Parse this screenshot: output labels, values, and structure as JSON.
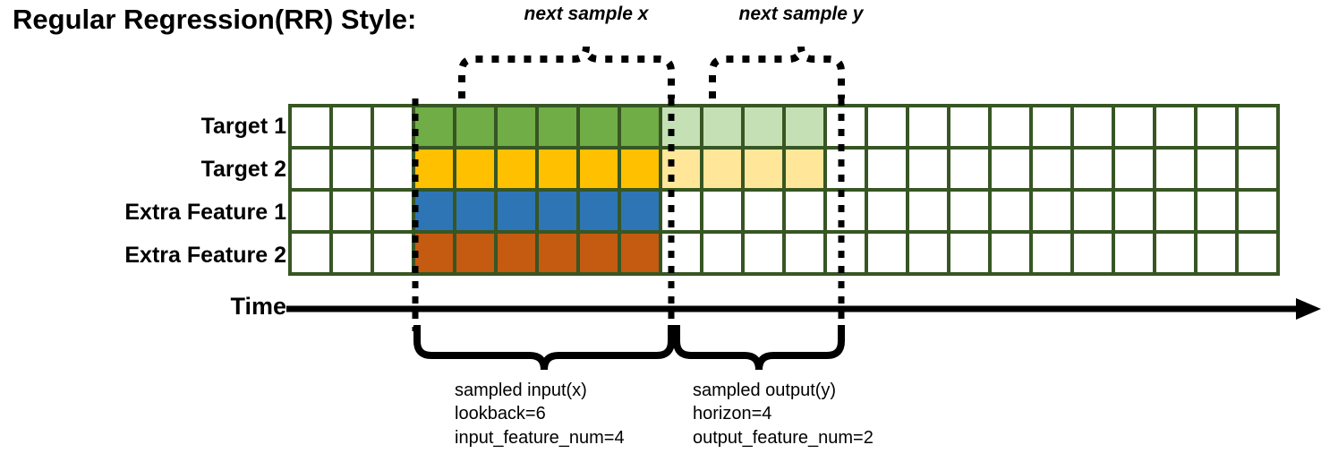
{
  "title": "Regular Regression(RR) Style:",
  "rows": [
    {
      "label": "Target 1",
      "color": "#70ad47",
      "light": "#c5e0b4",
      "input": true,
      "output": true
    },
    {
      "label": "Target 2",
      "color": "#ffc000",
      "light": "#ffe699",
      "input": true,
      "output": true
    },
    {
      "label": "Extra Feature 1",
      "color": "#2e75b6",
      "light": "#ffffff",
      "input": true,
      "output": false
    },
    {
      "label": "Extra Feature 2",
      "color": "#c55a11",
      "light": "#ffffff",
      "input": true,
      "output": false
    }
  ],
  "grid": {
    "columns": 24,
    "lead_blank_cols": 3,
    "input_cols": 6,
    "output_cols": 4,
    "trail_blank_cols": 11,
    "border_color": "#375623",
    "empty_color": "#ffffff"
  },
  "time_axis": {
    "label": "Time"
  },
  "top_annotations": [
    {
      "name": "next-sample-x",
      "text": "next sample x"
    },
    {
      "name": "next-sample-y",
      "text": "next sample y"
    }
  ],
  "bottom_captions": [
    {
      "name": "sampled-input",
      "lines": [
        "sampled input(x)",
        "lookback=6",
        "input_feature_num=4"
      ]
    },
    {
      "name": "sampled-output",
      "lines": [
        "sampled output(y)",
        "horizon=4",
        "output_feature_num=2"
      ]
    }
  ]
}
